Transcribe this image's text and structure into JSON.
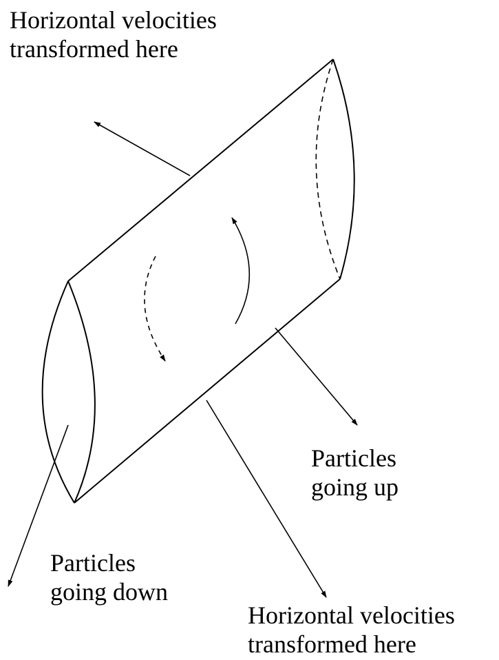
{
  "labels": {
    "top_left": {
      "line1": "Horizontal velocities",
      "line2": "transformed here"
    },
    "particles_up": {
      "line1": "Particles",
      "line2": "going up"
    },
    "particles_down": {
      "line1": "Particles",
      "line2": "going down"
    },
    "bottom_right": {
      "line1": "Horizontal velocities",
      "line2": "transformed here"
    }
  }
}
